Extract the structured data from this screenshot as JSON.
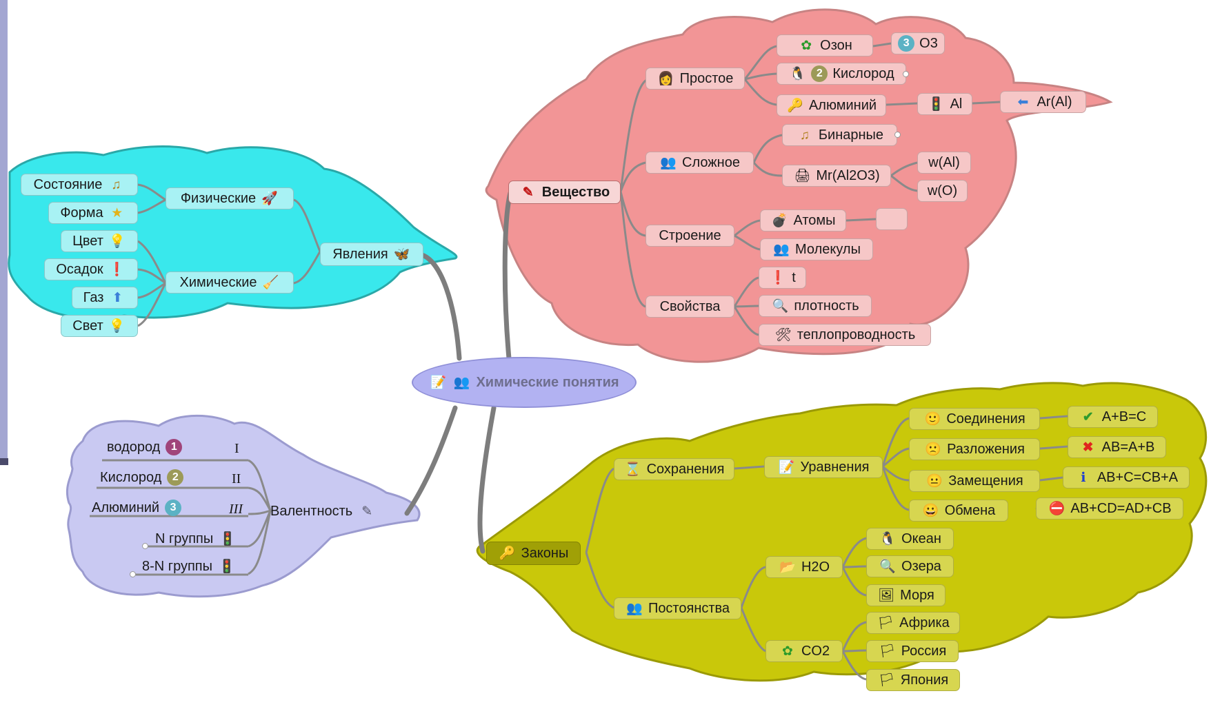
{
  "colors": {
    "substance_cloud": "#f29596",
    "phenomena_cloud": "#39e8ec",
    "valence_cloud": "#c9c9f2",
    "laws_cloud": "#c9c80a",
    "center": "#b2b2f2"
  },
  "center": {
    "label": "Химические понятия",
    "icons": [
      "notepad-icon",
      "people-icon"
    ]
  },
  "substance": {
    "title": "Вещество",
    "simple": {
      "label": "Простое",
      "children": {
        "ozone": "Озон",
        "o3": "О3",
        "oxygen": "Кислород",
        "aluminium": "Алюминий",
        "al": "Al",
        "ar_al": "Ar(Al)"
      }
    },
    "complex": {
      "label": "Сложное",
      "children": {
        "binary": "Бинарные",
        "mr": "Mr(Al2O3)",
        "w_al": "w(Al)",
        "w_o": "w(O)"
      }
    },
    "structure": {
      "label": "Строение",
      "children": {
        "atoms": "Атомы",
        "molecules": "Молекулы",
        "empty": ""
      }
    },
    "properties": {
      "label": "Свойства",
      "children": {
        "t": "t",
        "density": "плотность",
        "conductivity": "теплопроводность"
      }
    }
  },
  "phenomena": {
    "title": "Явления",
    "physical": {
      "label": "Физические",
      "children": {
        "state": "Состояние",
        "form": "Форма"
      }
    },
    "chemical": {
      "label": "Химические",
      "children": {
        "color": "Цвет",
        "sediment": "Осадок",
        "gas": "Газ",
        "light": "Свет"
      }
    }
  },
  "valence": {
    "title": "Валентность",
    "hydrogen": "водород",
    "hydrogen_roman": "I",
    "hydrogen_num": "1",
    "oxygen": "Кислород",
    "oxygen_roman": "II",
    "oxygen_num": "2",
    "aluminium": "Алюминий",
    "aluminium_roman": "III",
    "aluminium_num": "3",
    "n_group": "N группы",
    "eight_n_group": "8-N группы"
  },
  "laws": {
    "title": "Законы",
    "conservation": {
      "label": "Сохранения",
      "equations": "Уравнения",
      "children": {
        "compound": "Соединения",
        "decomposition": "Разложения",
        "substitution": "Замещения",
        "exchange": "Обмена"
      },
      "formulas": {
        "compound": "A+B=C",
        "decomposition": "AB=A+B",
        "substitution": "AB+C=CB+A",
        "exchange": "AB+CD=AD+CB"
      }
    },
    "constancy": {
      "label": "Постоянства",
      "h2o": "H2O",
      "co2": "CO2",
      "h2o_children": {
        "ocean": "Океан",
        "lakes": "Озера",
        "seas": "Моря"
      },
      "co2_children": {
        "africa": "Африка",
        "russia": "Россия",
        "japan": "Япония"
      }
    }
  }
}
